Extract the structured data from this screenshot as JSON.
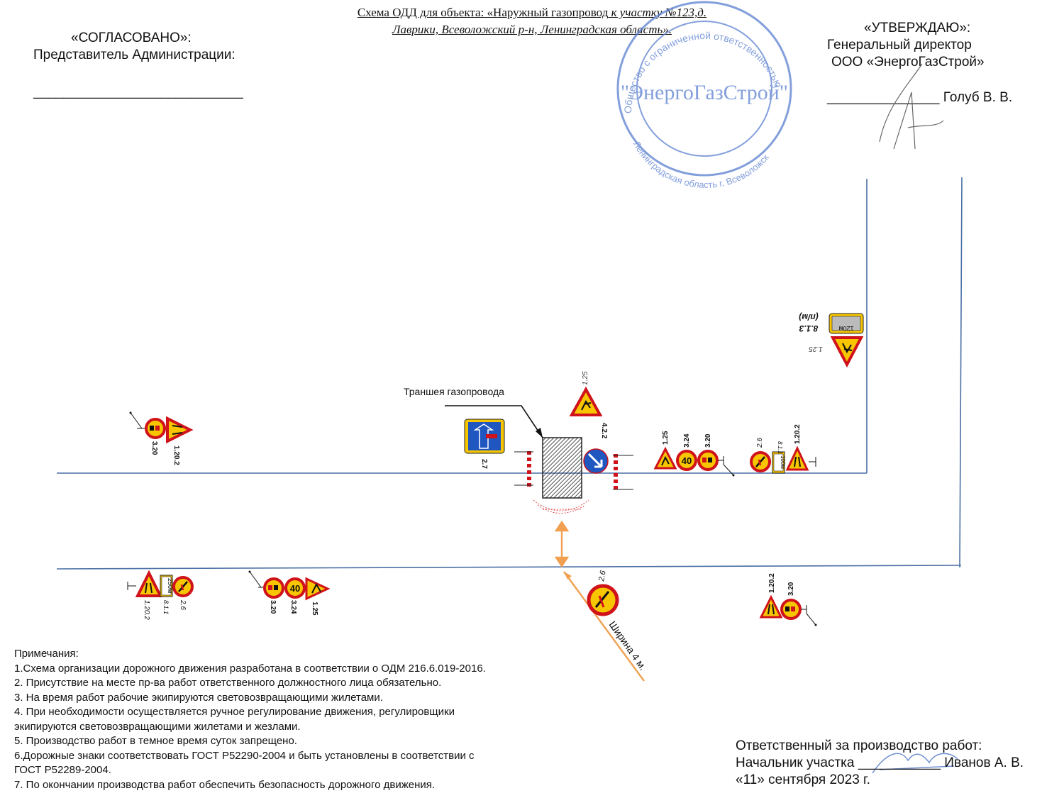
{
  "title": {
    "line1_plain": "Схема ОДД для объекта: «Наружный газопровод",
    "line1_italic": " к участку №123,д.",
    "line2": "Лаврики, Всеволожский р-н, Ленинградская область»."
  },
  "approved_left": {
    "heading": "«СОГЛАСОВАНО»:",
    "role": "Представитель Администрации:",
    "signature_line": "____________________________"
  },
  "approved_right": {
    "heading": "«УТВЕРЖДАЮ»:",
    "role": "Генеральный директор",
    "company": "ООО «ЭнергоГазСтрой»",
    "signature_line": "_______________",
    "name": "Голуб В. В."
  },
  "stamp": {
    "center": "\"ЭнергоГазСтрой\"",
    "ring_top": "Общество с ограниченной ответственностью",
    "ring_bottom": "Ленинградская область г. Всеволожск"
  },
  "diagram": {
    "trench_label": "Траншея газопровода",
    "width_label": "Ширина 4 м.",
    "sign_labels": {
      "s_6_2_7": "2.7",
      "s_4_2_2": "4.2.2",
      "s_1_25_top": "1.25",
      "s_1_25_right_a": "1.25",
      "s_3_24_a": "3.24",
      "s_3_20_a": "3.20",
      "s_2_6_a": "2.6",
      "s_8_1_1_a": "8.1.1",
      "s_1_20_2_a": "1.20.2",
      "s_8_1_1_a_value": "100м",
      "s_8_1_3_ne": "8.1.3",
      "s_8_1_3_ne_note": "(п/м)",
      "s_8_1_3_ne_value": "120м",
      "s_1_25_ne": "1.25",
      "s_3_20_left_top": "3.20",
      "s_1_20_2_left_top": "1.20.2",
      "s_1_20_2_lb": "1.20.2",
      "s_8_1_1_lb": "8.1.1",
      "s_8_1_1_lb_value": "250м",
      "s_2_6_lb": "2.6",
      "s_3_20_mb": "3.20",
      "s_3_24_mb": "3.24",
      "s_1_25_mb": "1.25",
      "s_3_24_value": "40",
      "s_2_6_bottom": "2.6",
      "s_1_20_2_rb": "1.20.2",
      "s_3_20_rb": "3.20"
    }
  },
  "notes": {
    "heading": "Примечания:",
    "items": [
      "1.Схема организации дорожного движения разработана в соответствии о ОДМ 216.6.019-2016.",
      "2. Присутствие на месте пр-ва работ ответственного должностного лица обязательно.",
      "3. На время работ рабочие экипируются  световозвращающими жилетами.",
      "4. При необходимости осуществляется ручное регулирование движения, регулировщики",
      "экипируются световозвращающими жилетами и жезлами.",
      "5. Производство работ в темное время суток запрещено.",
      "6.Дорожные знаки соответствовать ГОСТ Р52290-2004 и быть установлены в соответствии с",
      "ГОСТ Р52289-2004.",
      "7. По окончании производства работ обеспечить безопасность дорожного движения."
    ]
  },
  "responsible": {
    "line1": "Ответственный за производство работ:",
    "line2_role": "Начальник участка",
    "line2_signature": "___________",
    "line2_name": "Иванов А. В.",
    "date": "«11» сентября 2023 г."
  },
  "colors": {
    "road": "#4a6fa5",
    "sign_red": "#d0121b",
    "sign_yellow": "#f7c600",
    "sign_blue": "#1f56c0",
    "stamp": "#5a7fd0",
    "arrow": "#f0a050"
  }
}
